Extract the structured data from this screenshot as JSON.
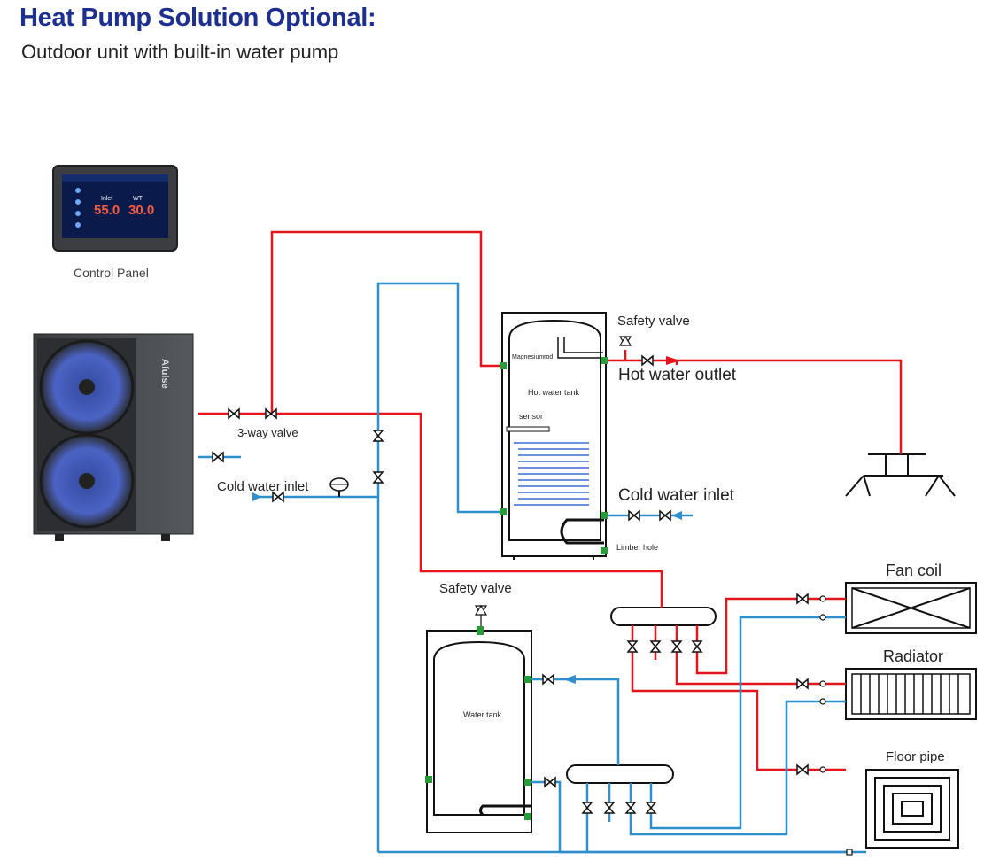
{
  "header": {
    "title": "Heat Pump Solution Optional:",
    "subtitle": "Outdoor unit with built-in water pump"
  },
  "control_panel": {
    "label": "Control Panel",
    "screen_inlet_label": "Inlet",
    "screen_inlet_value": "55.0",
    "screen_wt_label": "WT",
    "screen_wt_value": "30.0"
  },
  "outdoor_unit": {
    "brand": "Afulse"
  },
  "labels": {
    "three_way_valve": "3-way valve",
    "cold_water_inlet_left": "Cold water inlet",
    "safety_valve_top": "Safety valve",
    "hot_water_outlet": "Hot water outlet",
    "cold_water_inlet_right": "Cold water inlet",
    "magnesium_rod": "Magnesiumrod",
    "hot_water_tank": "Hot water tank",
    "sensor": "sensor",
    "limber_hole": "Limber hole",
    "safety_valve_bottom": "Safety valve",
    "water_tank": "Water tank",
    "fan_coil": "Fan coil",
    "radiator": "Radiator",
    "floor_pipe": "Floor pipe"
  },
  "colors": {
    "hot_pipe": "#e3141b",
    "cold_pipe": "#2f8fcc",
    "title": "#1d2f8f"
  }
}
